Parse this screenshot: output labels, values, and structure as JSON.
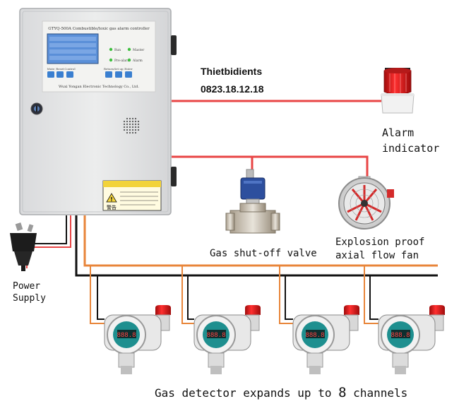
{
  "controller": {
    "title": "GTYQ-500A Combustible/toxic gas alarm controller",
    "manufacturer": "Wuxi Yongan Electronic Technology Co., Ltd.",
    "indicators": [
      "Run",
      "Master",
      "Pre-alarm",
      "Alarm"
    ],
    "buttons": [
      "Mute",
      "Reset",
      "Control",
      "Return",
      "Set up",
      "Enter"
    ],
    "warning_label": "警告"
  },
  "watermark": {
    "line1": "Thietbidients",
    "line2": "0823.18.12.18"
  },
  "labels": {
    "alarm": "Alarm\nindicator",
    "alarm_line1": "Alarm",
    "alarm_line2": "indicator",
    "valve": "Gas shut-off valve",
    "fan_line1": "Explosion proof",
    "fan_line2": "axial flow fan",
    "power_line1": "Power",
    "power_line2": "Supply",
    "detectors_prefix": "Gas detector expands up to ",
    "detectors_count": "8",
    "detectors_suffix": " channels"
  },
  "detectors": [
    {
      "display": "888.8"
    },
    {
      "display": "888.8"
    },
    {
      "display": "888.8"
    },
    {
      "display": "888.8"
    }
  ],
  "colors": {
    "red_wire": "#e84545",
    "orange_wire": "#e8853a",
    "black_wire": "#111111",
    "panel": "#e6e7e9",
    "display": "#5a8fd8",
    "button": "#3a7fd0",
    "beacon": "#d81f1f"
  }
}
